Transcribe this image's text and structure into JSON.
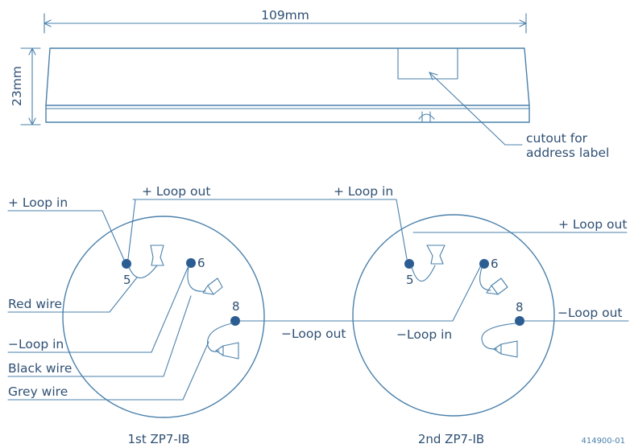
{
  "dimensions": {
    "width": "109mm",
    "height": "23mm"
  },
  "cutout_label": [
    "cutout for",
    "address label"
  ],
  "base1": {
    "title": "1st ZP7-IB",
    "terminals": {
      "t5": "5",
      "t6": "6",
      "t8": "8"
    },
    "labels": {
      "plus_loop_in": "+ Loop in",
      "plus_loop_out": "+ Loop out",
      "red_wire": "Red wire",
      "minus_loop_in": "−Loop in",
      "black_wire": "Black wire",
      "grey_wire": "Grey wire",
      "minus_loop_out": "−Loop out"
    }
  },
  "base2": {
    "title": "2nd ZP7-IB",
    "terminals": {
      "t5": "5",
      "t6": "6",
      "t8": "8"
    },
    "labels": {
      "plus_loop_in": "+ Loop in",
      "plus_loop_out": "+ Loop out",
      "minus_loop_in": "−Loop in",
      "minus_loop_out": "−Loop out"
    }
  },
  "figure_code": "414900-01",
  "colors": {
    "line": "#4a80ab",
    "text": "#2e4f73",
    "terminal": "#2b5d93"
  }
}
